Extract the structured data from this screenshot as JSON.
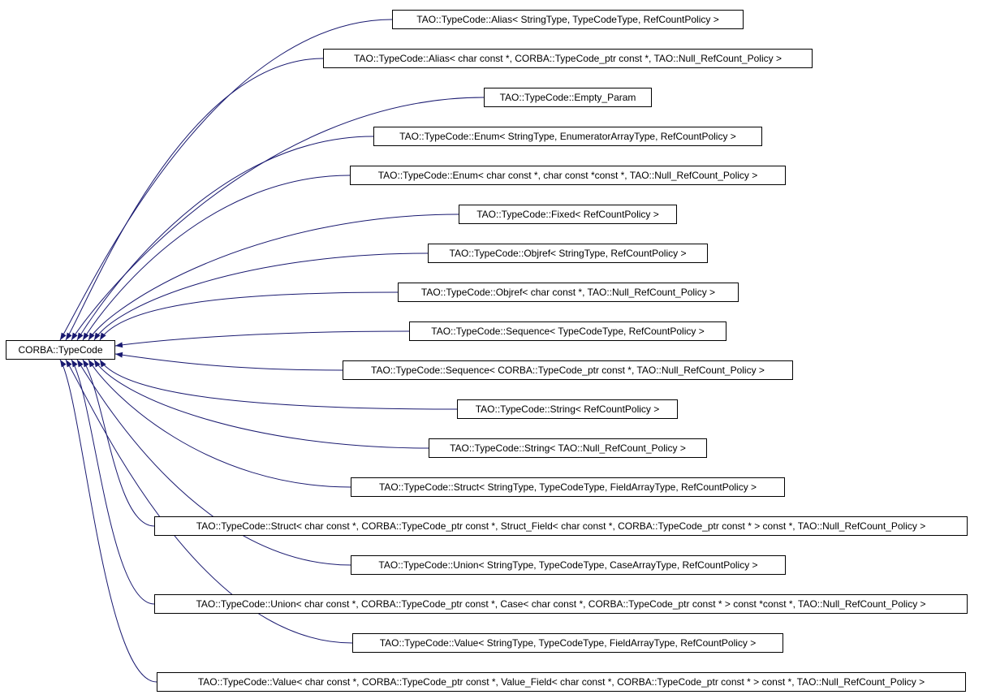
{
  "diagram": {
    "edge_color": "#191970",
    "box_border_color": "#000000",
    "box_fill_color": "#ffffff",
    "text_color": "#000000",
    "base": {
      "label": "CORBA::TypeCode"
    },
    "derived": [
      {
        "label": "TAO::TypeCode::Alias< StringType, TypeCodeType, RefCountPolicy >"
      },
      {
        "label": "TAO::TypeCode::Alias< char const *, CORBA::TypeCode_ptr const *, TAO::Null_RefCount_Policy >"
      },
      {
        "label": "TAO::TypeCode::Empty_Param"
      },
      {
        "label": "TAO::TypeCode::Enum< StringType, EnumeratorArrayType, RefCountPolicy >"
      },
      {
        "label": "TAO::TypeCode::Enum< char const *, char const *const *, TAO::Null_RefCount_Policy >"
      },
      {
        "label": "TAO::TypeCode::Fixed< RefCountPolicy >"
      },
      {
        "label": "TAO::TypeCode::Objref< StringType, RefCountPolicy >"
      },
      {
        "label": "TAO::TypeCode::Objref< char const *, TAO::Null_RefCount_Policy >"
      },
      {
        "label": "TAO::TypeCode::Sequence< TypeCodeType, RefCountPolicy >"
      },
      {
        "label": "TAO::TypeCode::Sequence< CORBA::TypeCode_ptr const *, TAO::Null_RefCount_Policy >"
      },
      {
        "label": "TAO::TypeCode::String< RefCountPolicy >"
      },
      {
        "label": "TAO::TypeCode::String< TAO::Null_RefCount_Policy >"
      },
      {
        "label": "TAO::TypeCode::Struct< StringType, TypeCodeType, FieldArrayType, RefCountPolicy >"
      },
      {
        "label": "TAO::TypeCode::Struct< char const *, CORBA::TypeCode_ptr const *, Struct_Field< char const *, CORBA::TypeCode_ptr const * > const *, TAO::Null_RefCount_Policy >"
      },
      {
        "label": "TAO::TypeCode::Union< StringType, TypeCodeType, CaseArrayType, RefCountPolicy >"
      },
      {
        "label": "TAO::TypeCode::Union< char const *, CORBA::TypeCode_ptr const *, Case< char const *, CORBA::TypeCode_ptr const * > const *const *, TAO::Null_RefCount_Policy >"
      },
      {
        "label": "TAO::TypeCode::Value< StringType, TypeCodeType, FieldArrayType, RefCountPolicy >"
      },
      {
        "label": "TAO::TypeCode::Value< char const *, CORBA::TypeCode_ptr const *, Value_Field< char const *, CORBA::TypeCode_ptr const * > const *, TAO::Null_RefCount_Policy >"
      }
    ]
  }
}
